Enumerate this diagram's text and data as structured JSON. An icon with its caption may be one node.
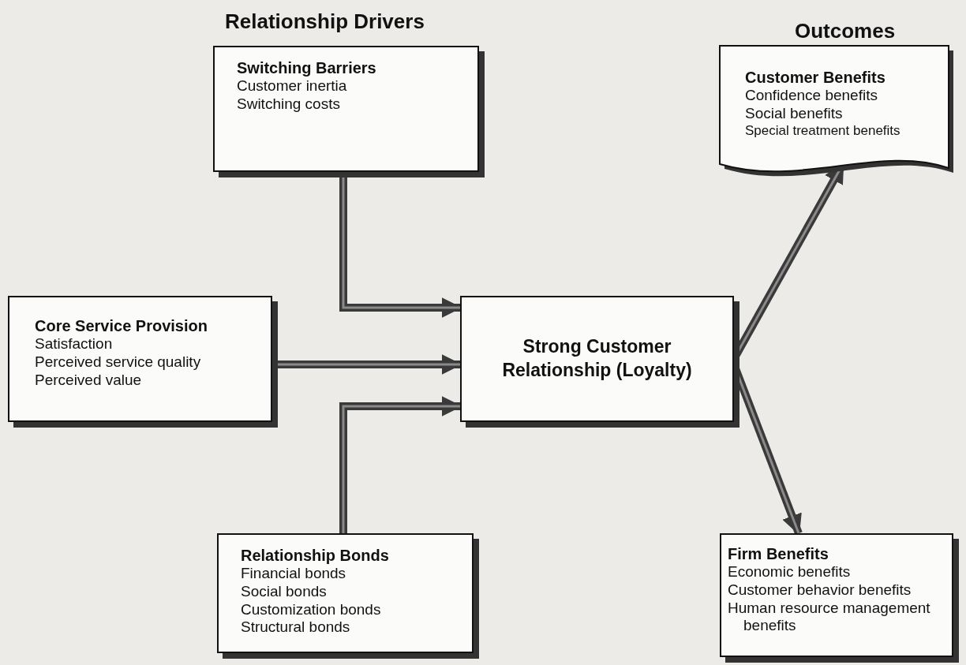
{
  "diagram": {
    "nodes": [
      {
        "text": [
          "Switching Barriers",
          "Customer inertia",
          "Switching costs"
        ]
      },
      {
        "text": [
          "Core Service Provision",
          "Satisfaction",
          "Perceived service quality",
          "Perceived value"
        ]
      },
      {
        "text": [
          "Strong Customer Relationship (Loyalty)"
        ]
      },
      {
        "text": [
          "Relationship Bonds",
          "Financial bonds",
          "Social bonds",
          "Customization bonds",
          "Structural bonds"
        ]
      },
      {
        "text": [
          "Customer Benefits",
          "Confidence benefits",
          "Social benefits",
          "Special treatment benefits"
        ]
      },
      {
        "text": [
          "Firm Benefits",
          "Economic benefits",
          "Customer behavior benefits",
          "Human resource management benefits"
        ]
      }
    ],
    "edges": [
      {
        "from": 0,
        "to": 2,
        "arrow": "to"
      },
      {
        "from": 1,
        "to": 2,
        "arrow": "to"
      },
      {
        "from": 3,
        "to": 2,
        "arrow": "to"
      },
      {
        "from": 2,
        "to": 4,
        "arrow": "to"
      },
      {
        "from": 2,
        "to": 5,
        "arrow": "to"
      }
    ],
    "labels": [
      "Relationship Drivers",
      "Outcomes"
    ]
  }
}
